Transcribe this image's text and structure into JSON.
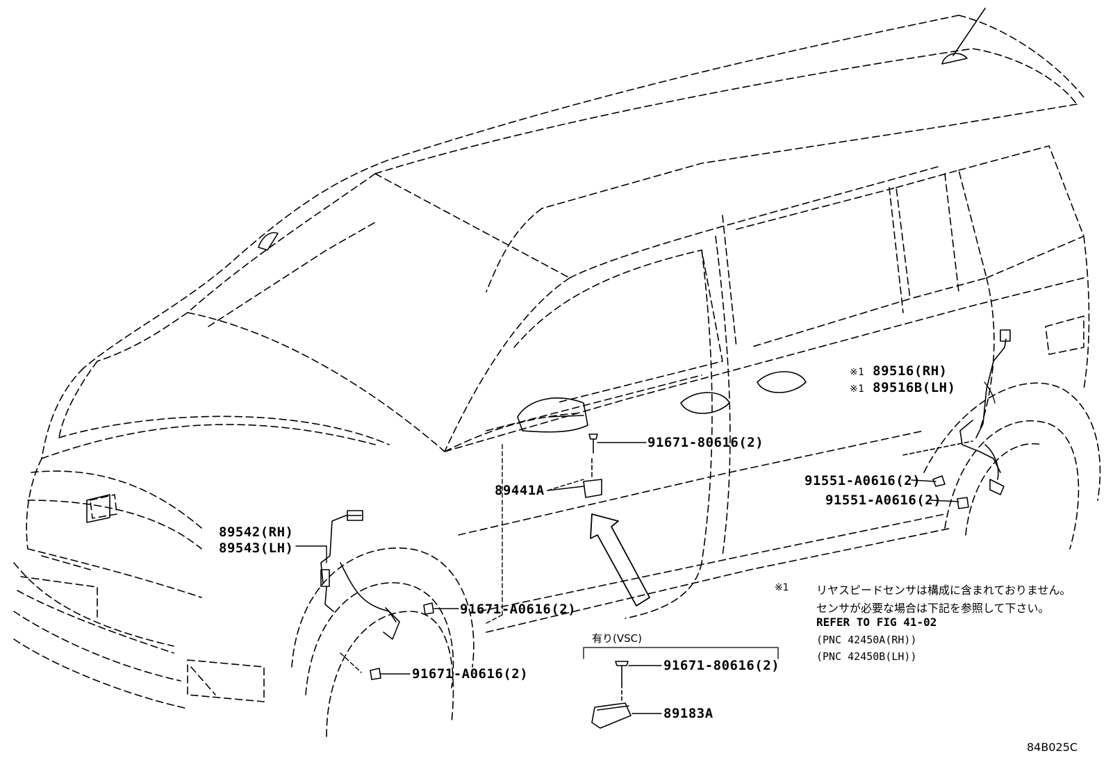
{
  "drawing_id": "84B025C",
  "callouts": {
    "rear_sensor_rh": "89516(RH)",
    "rear_sensor_lh": "89516B(LH)",
    "rear_mark": "※1",
    "front_sensor_rh": "89542(RH)",
    "front_sensor_lh": "89543(LH)",
    "bolt_mirror": "91671-80616(2)",
    "sensor_under_mirror": "89441A",
    "bolt_rear_upper": "91551-A0616(2)",
    "bolt_rear_lower": "91551-A0616(2)",
    "bolt_front_upper": "91671-A0616(2)",
    "bolt_front_lower": "91671-A0616(2)",
    "bolt_vsc": "91671-80616(2)",
    "vsc_sensor": "89183A"
  },
  "vsc_box": {
    "caption": "有り(VSC)"
  },
  "note": {
    "mark": "※1",
    "line1": "リヤスピードセンサは構成に含まれておりません。",
    "line2": "センサが必要な場合は下記を参照して下さい。",
    "line3": "REFER TO FIG 41-02",
    "line4": "(PNC 42450A(RH))",
    "line5": "(PNC 42450B(LH))"
  }
}
